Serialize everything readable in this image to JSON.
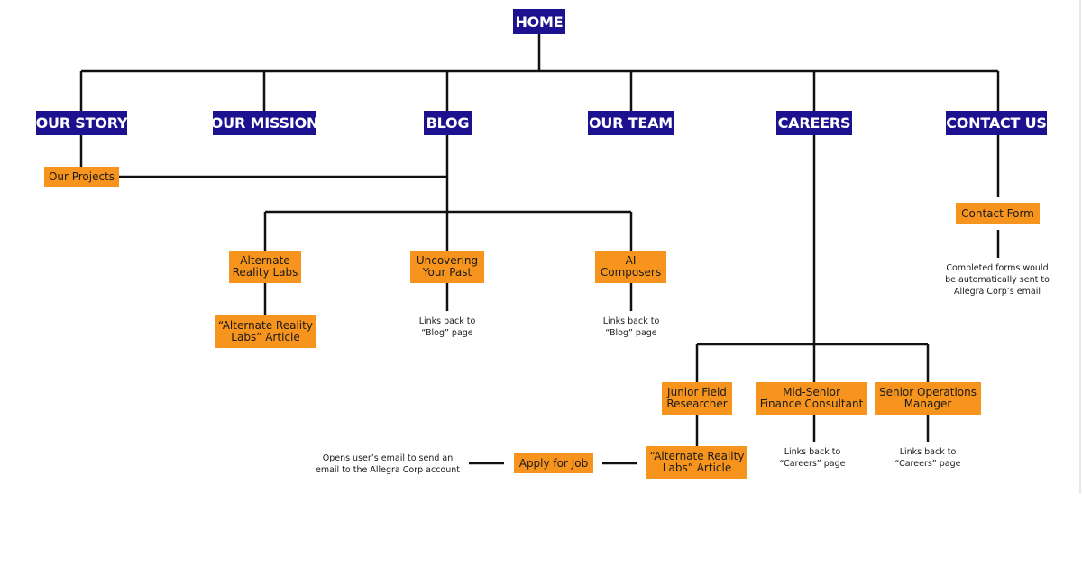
{
  "diagram": {
    "home": "HOME",
    "nav": {
      "our_story": "OUR STORY",
      "our_mission": "OUR MISSION",
      "blog": "BLOG",
      "our_team": "OUR TEAM",
      "careers": "CAREERS",
      "contact_us": "CONTACT US"
    },
    "pages": {
      "our_projects": "Our Projects",
      "alternate_reality_labs": "Alternate\nReality Labs",
      "alternate_reality_labs_article": "“Alternate Reality\nLabs” Article",
      "uncovering_your_past": "Uncovering\nYour Past",
      "ai_composers": "AI\nComposers",
      "contact_form": "Contact Form",
      "junior_field_researcher": "Junior Field\nResearcher",
      "mid_senior_finance_consultant": "Mid-Senior\nFinance Consultant",
      "senior_operations_manager": "Senior Operations\nManager",
      "apply_for_job": "Apply for Job",
      "careers_article": "“Alternate Reality\nLabs” Article"
    },
    "notes": {
      "uncovering_links": "Links back to\n“Blog” page",
      "ai_links": "Links back to\n“Blog” page",
      "contact_note": "Completed forms would\nbe automatically sent to\nAllegra Corp’s email",
      "mid_senior_links": "Links back to\n“Careers” page",
      "senior_ops_links": "Links back to\n“Careers” page",
      "apply_note": "Opens user’s email to send an\nemail to the Allegra Corp account"
    },
    "colors": {
      "nav_fill": "#1c1290",
      "page_fill": "#f7941d",
      "connector": "#111111"
    }
  }
}
